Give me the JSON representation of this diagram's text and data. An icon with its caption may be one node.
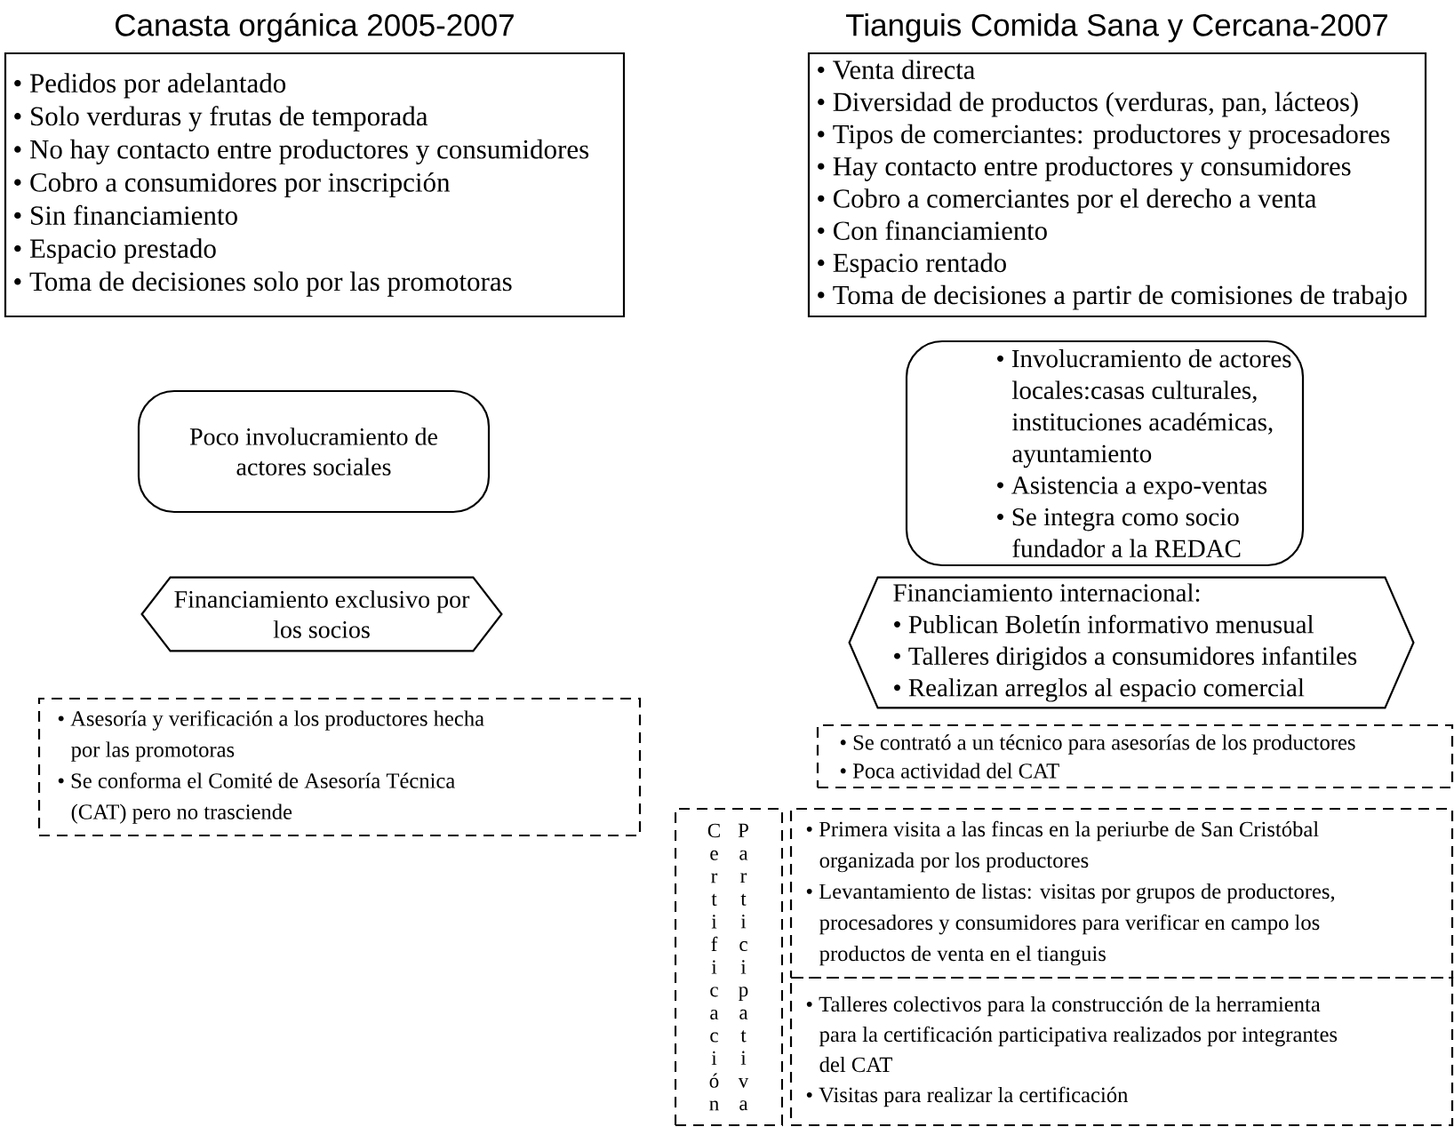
{
  "diagram": {
    "nodes": [
      {
        "text": [
          "Canasta orgánica 2005-2007",
          "• Pedidos por adelantado",
          "• Solo verduras y frutas de temporada",
          "• No hay contacto entre productores y consumidores",
          "• Cobro a consumidores por inscripción",
          "• Sin financiamiento",
          "• Espacio prestado",
          "• Toma de decisiones solo por las promotoras"
        ]
      },
      {
        "text": [
          "Tianguis Comida Sana y Cercana-2007",
          "• Venta directa",
          "• Diversidad de productos (verduras, pan, lácteos)",
          "• Tipos de comerciantes: productores y procesadores",
          "• Hay contacto entre productores y consumidores",
          "• Cobro a comerciantes por el derecho a venta",
          "• Con financiamiento",
          "• Espacio rentado",
          "• Toma de decisiones a partir de comisiones de trabajo"
        ]
      },
      {
        "text": [
          "Poco involucramiento de actores sociales"
        ]
      },
      {
        "text": [
          "• Involucramiento de actores locales:casas culturales, instituciones académicas, ayuntamiento",
          "• Asistencia a expo-ventas",
          "• Se integra como socio fundador a la REDAC"
        ]
      },
      {
        "text": [
          "Financiamiento exclusivo por los socios"
        ]
      },
      {
        "text": [
          "Financiamiento internacional:",
          "• Publican Boletín informativo menusual",
          "• Talleres dirigidos a consumidores infantiles",
          "• Realizan arreglos al espacio comercial"
        ]
      },
      {
        "text": [
          "• Asesoría y verificación a los productores hecha por las promotoras",
          "• Se conforma el Comité de Asesoría Técnica (CAT) pero no trasciende"
        ]
      },
      {
        "text": [
          "• Se contrató a un técnico para asesorías de los productores",
          "• Poca actividad del CAT"
        ]
      },
      {
        "text": [
          "Certificación",
          "Participativa"
        ]
      },
      {
        "text": [
          "• Primera visita a las fincas en la periurbe de San Cristóbal organizada por los productores",
          "• Levantamiento de listas: visitas por grupos de productores, procesadores y consumidores para verificar en campo los productos de venta en el tianguis"
        ]
      },
      {
        "text": [
          "• Talleres colectivos para la construcción de la herramienta para la certificación participativa realizados por integrantes del CAT",
          "• Visitas para realizar la certificación"
        ]
      }
    ]
  }
}
